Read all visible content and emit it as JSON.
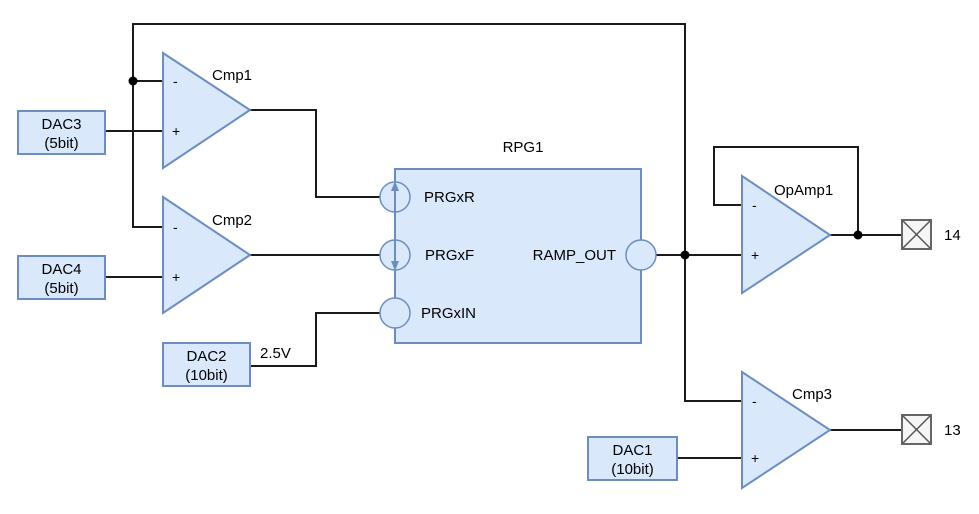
{
  "diagram": {
    "colors": {
      "block_fill": "#dae8fc",
      "block_stroke": "#6c8ebf",
      "wire": "#1a1a1a",
      "pin_fill": "#f5f5f5",
      "pin_stroke": "#666666"
    },
    "dacs": {
      "dac3": {
        "name": "DAC3",
        "resolution": "(5bit)"
      },
      "dac4": {
        "name": "DAC4",
        "resolution": "(5bit)"
      },
      "dac2": {
        "name": "DAC2",
        "resolution": "(10bit)",
        "output_label": "2.5V"
      },
      "dac1": {
        "name": "DAC1",
        "resolution": "(10bit)"
      }
    },
    "comparators": {
      "cmp1": {
        "name": "Cmp1",
        "minus": "-",
        "plus": "+"
      },
      "cmp2": {
        "name": "Cmp2",
        "minus": "-",
        "plus": "+"
      },
      "cmp3": {
        "name": "Cmp3",
        "minus": "-",
        "plus": "+"
      }
    },
    "opamp": {
      "name": "OpAmp1",
      "minus": "-",
      "plus": "+"
    },
    "rpg": {
      "name": "RPG1",
      "ports": {
        "rise": "PRGxR",
        "fall": "PRGxF",
        "input": "PRGxIN",
        "output": "RAMP_OUT"
      }
    },
    "pins": {
      "pin14": "14",
      "pin13": "13"
    }
  }
}
